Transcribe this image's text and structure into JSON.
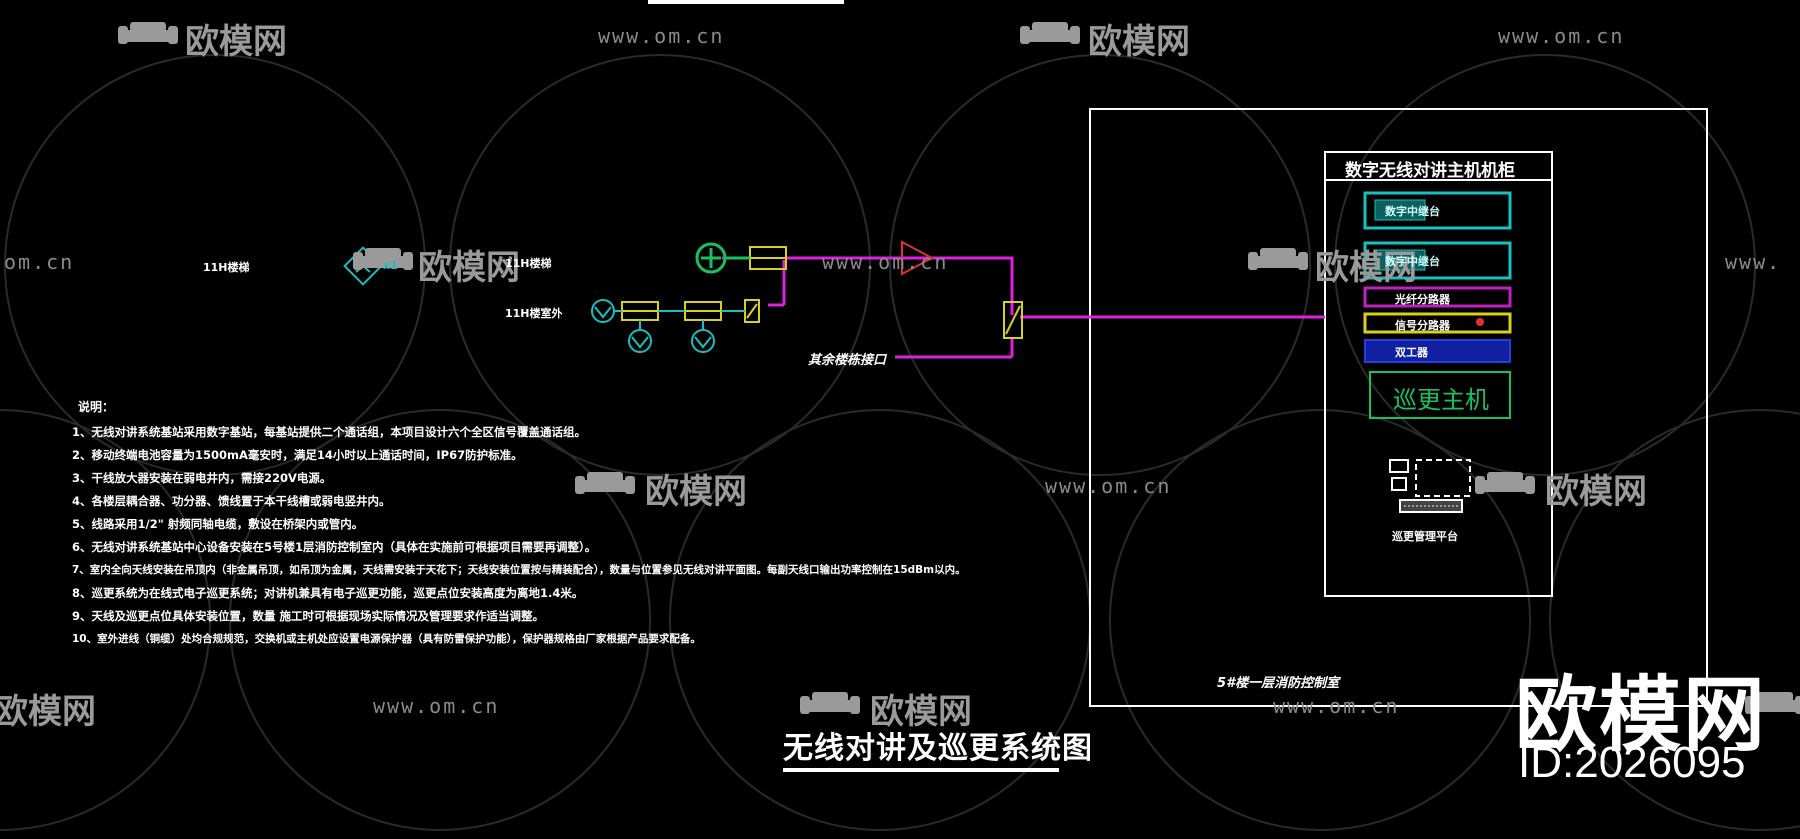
{
  "watermark": {
    "url_text": "www.om.cn",
    "url_partial_left": "om.cn",
    "url_partial_right": "www.",
    "logo_text": "欧模网",
    "logo_partial": "欧模网"
  },
  "diagram": {
    "label_floor11_top": "11H楼梯",
    "label_floor11_mid": "11H楼梯",
    "label_floor11_room": "11H楼室外",
    "multiplier": "x1",
    "interface_label": "其余楼栋接口",
    "cabinet_title": "数字无线对讲主机机柜",
    "devices": [
      {
        "label": "数字中继台",
        "color": "#18c0c0"
      },
      {
        "label": "数字中继台",
        "color": "#18c0c0"
      },
      {
        "label": "光纤分路器",
        "color": "#c020c0"
      },
      {
        "label": "信号分路器",
        "color": "#d8d020"
      },
      {
        "label": "双工器",
        "color": "#2040e0"
      }
    ],
    "patrol_host": "巡更主机",
    "patrol_platform": "巡更管理平台",
    "room_label": "5#楼一层消防控制室"
  },
  "notes": {
    "title": "说明：",
    "items": [
      "1、无线对讲系统基站采用数字基站，每基站提供二个通话组，本项目设计六个全区信号覆盖通话组。",
      "2、移动终端电池容量为1500mA毫安时，满足14小时以上通话时间，IP67防护标准。",
      "3、干线放大器安装在弱电井内，需接220V电源。",
      "4、各楼层耦合器、功分器、馈线置于本干线槽或弱电竖井内。",
      "5、线路采用1/2\" 射频同轴电缆，敷设在桥架内或管内。",
      "6、无线对讲系统基站中心设备安装在5号楼1层消防控制室内（具体在实施前可根据项目需要再调整）。",
      "7、室内全向天线安装在吊顶内（非金属吊顶，如吊顶为金属，天线需安装于天花下；天线安装位置按与精装配合），数量与位置参见无线对讲平面图。每副天线口输出功率控制在15dBm以内。",
      "8、巡更系统为在线式电子巡更系统；对讲机兼具有电子巡更功能，巡更点位安装高度为离地1.4米。",
      "9、天线及巡更点位具体安装位置，数量 施工时可根据现场实际情况及管理要求作适当调整。",
      "10、室外进线（铜缆）处均合规规范，交换机或主机处应设置电源保护器（具有防雷保护功能），保护器规格由厂家根据产品要求配备。"
    ]
  },
  "footer": {
    "title": "无线对讲及巡更系统图",
    "brand": "欧模网",
    "id_text": "ID:2026095"
  },
  "colors": {
    "magenta_line": "#e020e0",
    "cyan": "#18c0c0",
    "yellow": "#d8d020",
    "green": "#18c060",
    "red": "#e03030",
    "frame": "#ffffff"
  }
}
